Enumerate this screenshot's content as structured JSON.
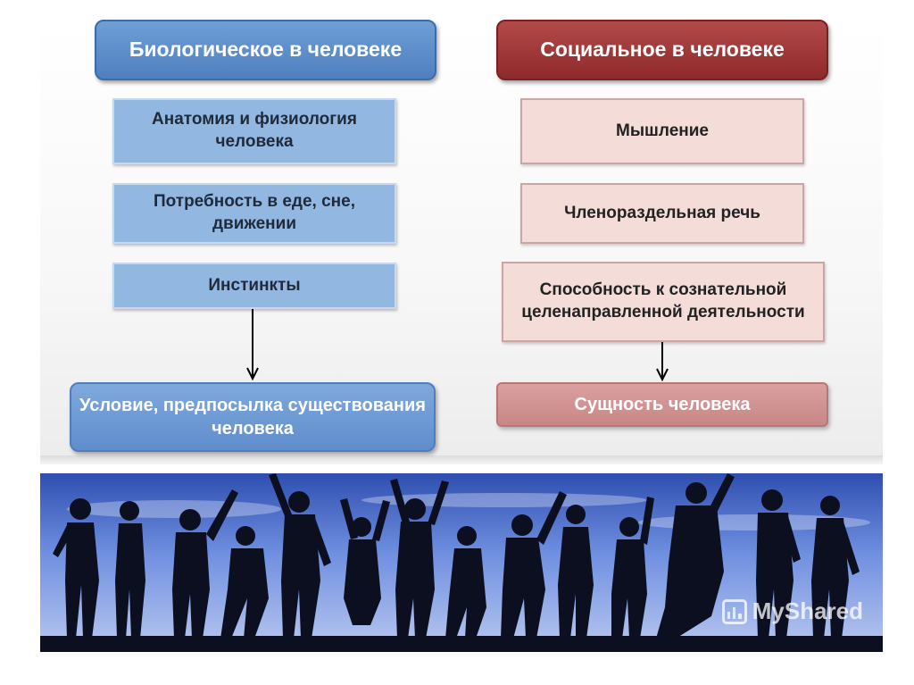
{
  "biological": {
    "header": "Биологическое в человеке",
    "items": [
      "Анатомия и физиология человека",
      "Потребность в еде, сне, движении",
      "Инстинкты"
    ],
    "result": "Условие, предпосылка существования человека"
  },
  "social": {
    "header": "Социальное в человеке",
    "items": [
      "Мышление",
      "Членораздельная речь",
      "Способность к сознательной целенаправленной деятельности"
    ],
    "result": "Сущность человека"
  },
  "watermark": "MyShared",
  "colors": {
    "blue_header": "#5a8ac8",
    "red_header": "#9e3535",
    "blue_item": "#92b7e1",
    "pink_item": "#f4dcd9",
    "photo_sky": "#5b7fd0"
  }
}
